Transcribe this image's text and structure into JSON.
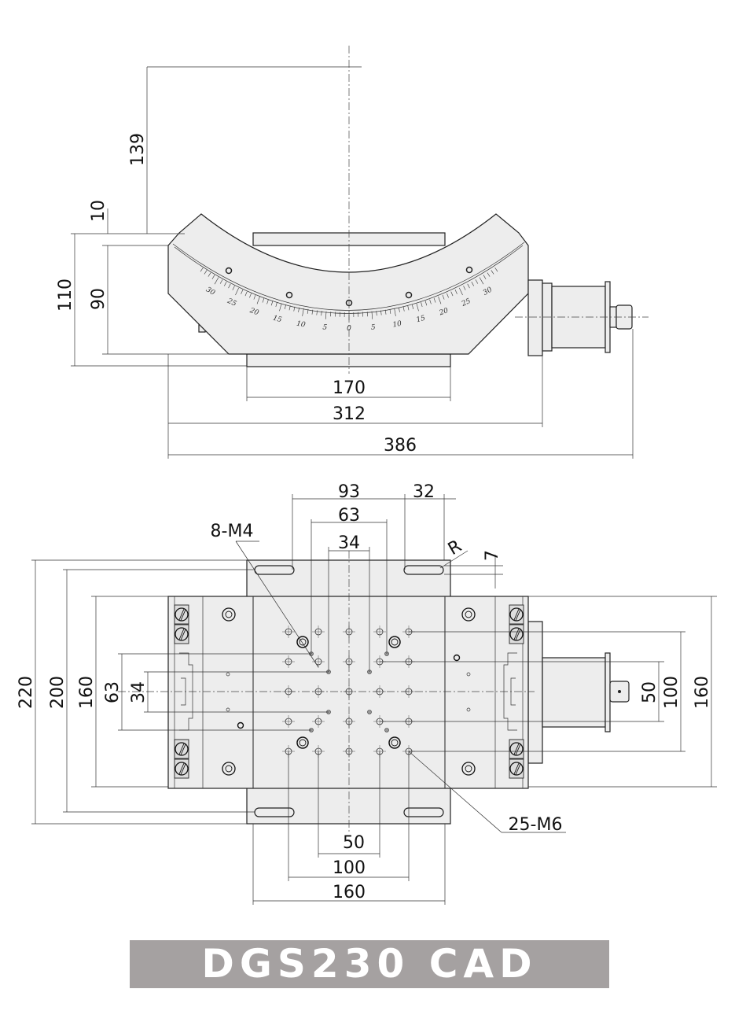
{
  "side_view": {
    "dims": {
      "d139": "139",
      "d10": "10",
      "d110": "110",
      "d90": "90",
      "d170": "170",
      "d312": "312",
      "d386": "386"
    },
    "scale": {
      "labels": [
        "30",
        "25",
        "20",
        "15",
        "10",
        "5",
        "0",
        "5",
        "10",
        "15",
        "20",
        "25",
        "30"
      ],
      "values": [
        -30,
        -25,
        -20,
        -15,
        -10,
        -5,
        0,
        5,
        10,
        15,
        20,
        25,
        30
      ],
      "range_deg": [
        -34,
        34
      ]
    }
  },
  "top_view": {
    "dims": {
      "d93": "93",
      "d32": "32",
      "d63": "63",
      "d34": "34",
      "r": "R",
      "d7": "7",
      "l220": "220",
      "l200": "200",
      "l160": "160",
      "l63": "63",
      "l34": "34",
      "r50": "50",
      "r100": "100",
      "r160": "160",
      "b50": "50",
      "b100": "100",
      "b160": "160"
    },
    "callouts": {
      "m4": "8-M4",
      "m6": "25-M6"
    }
  },
  "title": "DGS230 CAD",
  "colors": {
    "body": "#ededed",
    "line": "#222222",
    "banner": "#a5a1a1"
  }
}
